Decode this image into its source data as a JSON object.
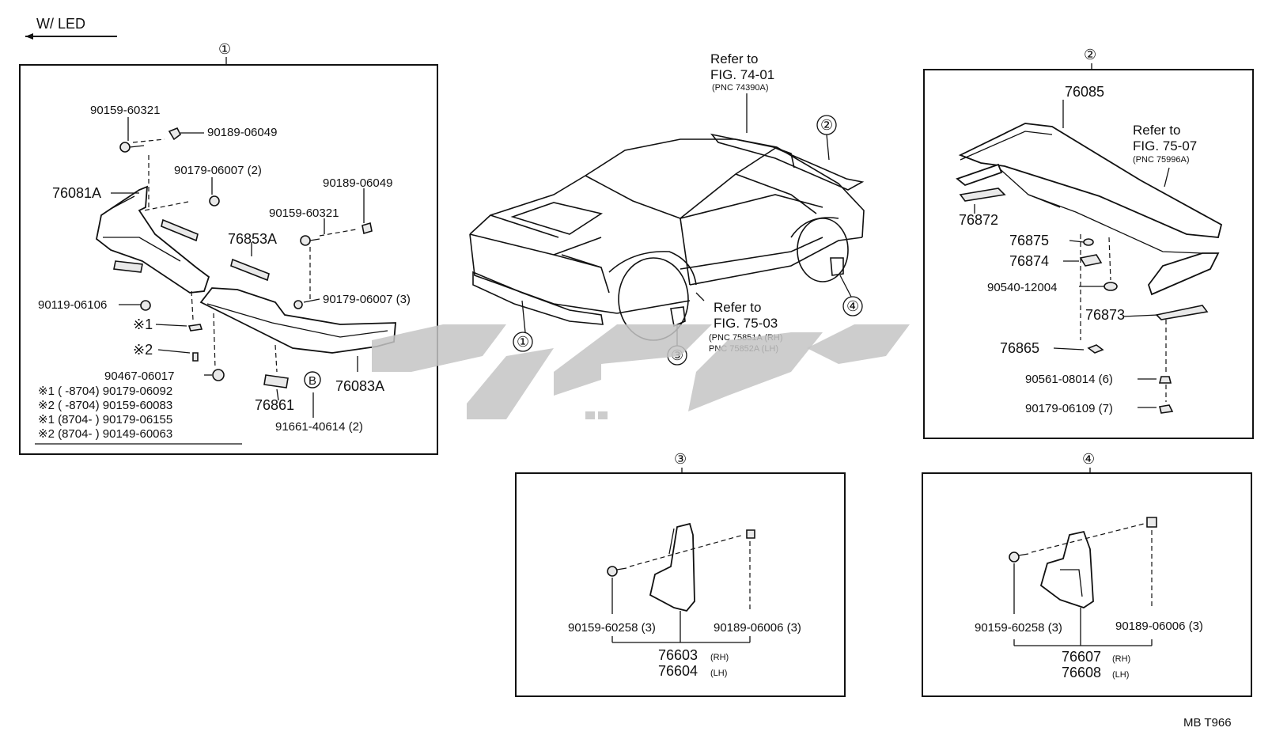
{
  "header": {
    "label": "W/ LED"
  },
  "footer": {
    "code": "MB  T966"
  },
  "callouts": {
    "c1": "①",
    "c2": "②",
    "c3": "③",
    "c4": "④"
  },
  "main": {
    "ref_fig74": [
      "Refer to",
      "FIG. 74-01",
      "(PNC 74390A)"
    ],
    "ref_fig75_03": [
      "Refer to",
      "FIG. 75-03",
      "(PNC 75851A (RH)",
      " PNC 75852A (LH)"
    ]
  },
  "panel1": {
    "title": "①",
    "parts": {
      "p1": "90159-60321",
      "p2": "90189-06049",
      "p3": "90179-06007 (2)",
      "p4": "76081A",
      "p5": "90189-06049",
      "p6": "90159-60321",
      "p7": "76853A",
      "p8": "90119-06106",
      "p9": "90179-06007 (3)",
      "p10": "※1",
      "p11": "※2",
      "p12": "90467-06017",
      "p13": "76083A",
      "p14": "76861",
      "p15": "91661-40614 (2)",
      "p16": "B"
    },
    "notes": [
      "※1 (       -8704) 90179-06092",
      "※2 (       -8704) 90159-60083",
      "※1 (8704-       ) 90179-06155",
      "※2 (8704-       ) 90149-60063"
    ]
  },
  "panel2": {
    "title": "②",
    "ref": [
      "Refer to",
      "FIG. 75-07",
      "(PNC 75996A)"
    ],
    "parts": {
      "p1": "76085",
      "p2": "76872",
      "p3": "76875",
      "p4": "76874",
      "p5": "90540-12004",
      "p6": "76873",
      "p7": "76865",
      "p8": "90561-08014 (6)",
      "p9": "90179-06109 (7)"
    }
  },
  "panel3": {
    "title": "③",
    "parts": {
      "p1": "90159-60258 (3)",
      "p2": "90189-06006 (3)",
      "p3": "76603",
      "p3s": "(RH)",
      "p4": "76604",
      "p4s": "(LH)"
    }
  },
  "panel4": {
    "title": "④",
    "parts": {
      "p1": "90159-60258 (3)",
      "p2": "90189-06006 (3)",
      "p3": "76607",
      "p3s": "(RH)",
      "p4": "76608",
      "p4s": "(LH)"
    }
  }
}
